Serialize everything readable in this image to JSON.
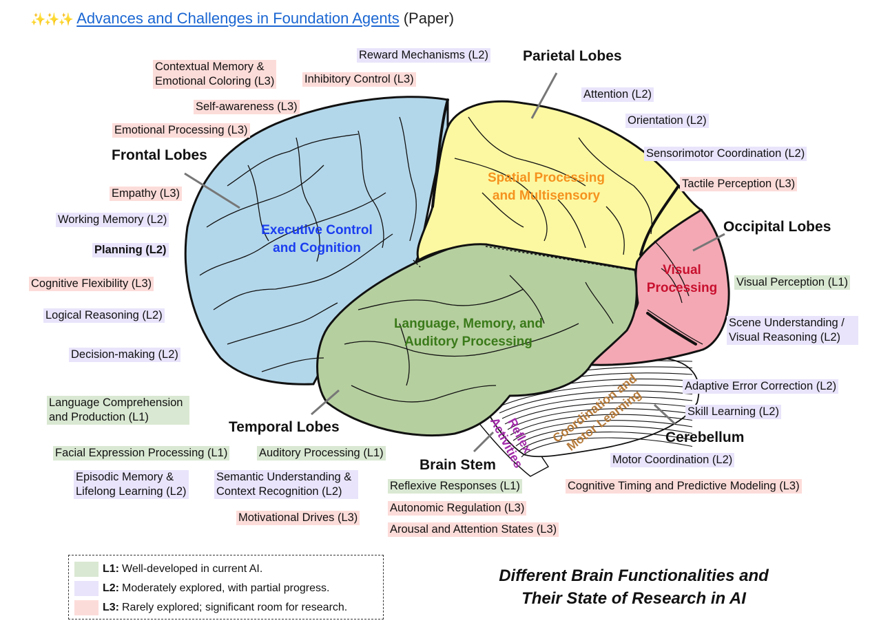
{
  "header": {
    "icon": "sparkles-icon",
    "sparkles": "✨✨✨",
    "title_link": "Advances and Challenges in Foundation Agents",
    "suffix": "(Paper)"
  },
  "colors": {
    "L1": "#d9e8d2",
    "L2": "#e9e4fb",
    "L3": "#fcdcd9",
    "frontal": "#b3d7ea",
    "parietal": "#fcf8a1",
    "temporal": "#b6cf9f",
    "occipital": "#f4a8b4",
    "link": "#1a66d2"
  },
  "lobes": {
    "frontal": "Frontal Lobes",
    "parietal": "Parietal Lobes",
    "occipital": "Occipital Lobes",
    "temporal": "Temporal Lobes",
    "cerebellum": "Cerebellum",
    "brainstem": "Brain Stem"
  },
  "regions": {
    "frontal": [
      "Executive Control",
      "and Cognition"
    ],
    "parietal": [
      "Spatial Processing",
      "and Multisensory"
    ],
    "temporal": [
      "Language, Memory, and",
      "Auditory Processing"
    ],
    "occipital": [
      "Visual",
      "Processing"
    ],
    "cerebellum": [
      "Coordination and",
      "Motor Learning"
    ],
    "brainstem": [
      "Reflex",
      "Activities"
    ]
  },
  "functions": {
    "frontal": [
      {
        "label": "Contextual Memory &",
        "label2": "Emotional Coloring (L3)",
        "level": "L3"
      },
      {
        "label": "Inhibitory Control (L3)",
        "level": "L3"
      },
      {
        "label": "Reward Mechanisms (L2)",
        "level": "L2"
      },
      {
        "label": "Self-awareness (L3)",
        "level": "L3"
      },
      {
        "label": "Emotional Processing (L3)",
        "level": "L3"
      },
      {
        "label": "Empathy (L3)",
        "level": "L3"
      },
      {
        "label": "Working Memory (L2)",
        "level": "L2"
      },
      {
        "label": "Planning (L2)",
        "level": "L2"
      },
      {
        "label": "Cognitive Flexibility (L3)",
        "level": "L3"
      },
      {
        "label": "Logical Reasoning (L2)",
        "level": "L2"
      },
      {
        "label": "Decision-making (L2)",
        "level": "L2"
      }
    ],
    "parietal": [
      {
        "label": "Attention (L2)",
        "level": "L2"
      },
      {
        "label": "Orientation (L2)",
        "level": "L2"
      },
      {
        "label": "Sensorimotor Coordination (L2)",
        "level": "L2"
      },
      {
        "label": "Tactile Perception (L3)",
        "level": "L3"
      }
    ],
    "occipital": [
      {
        "label": "Visual Perception (L1)",
        "level": "L1"
      },
      {
        "label": "Scene Understanding /",
        "label2": "Visual Reasoning (L2)",
        "level": "L2"
      }
    ],
    "cerebellum": [
      {
        "label": "Adaptive Error Correction (L2)",
        "level": "L2"
      },
      {
        "label": "Skill Learning (L2)",
        "level": "L2"
      },
      {
        "label": "Motor Coordination (L2)",
        "level": "L2"
      },
      {
        "label": "Cognitive Timing and Predictive Modeling (L3)",
        "level": "L3"
      }
    ],
    "temporal": [
      {
        "label": "Language Comprehension",
        "label2": "and Production (L1)",
        "level": "L1"
      },
      {
        "label": "Facial Expression Processing (L1)",
        "level": "L1"
      },
      {
        "label": "Auditory Processing (L1)",
        "level": "L1"
      },
      {
        "label": "Episodic Memory &",
        "label2": "Lifelong Learning (L2)",
        "level": "L2"
      },
      {
        "label": "Semantic Understanding &",
        "label2": "Context Recognition (L2)",
        "level": "L2"
      },
      {
        "label": "Motivational Drives (L3)",
        "level": "L3"
      }
    ],
    "brainstem": [
      {
        "label": "Reflexive Responses (L1)",
        "level": "L1"
      },
      {
        "label": "Autonomic Regulation (L3)",
        "level": "L3"
      },
      {
        "label": "Arousal and Attention States (L3)",
        "level": "L3"
      }
    ]
  },
  "legend": [
    {
      "key": "L1:",
      "text": "Well-developed in current AI."
    },
    {
      "key": "L2:",
      "text": "Moderately explored, with partial progress."
    },
    {
      "key": "L3:",
      "text": "Rarely explored; significant room for research."
    }
  ],
  "caption": [
    "Different Brain Functionalities and",
    "Their State of Research in AI"
  ]
}
